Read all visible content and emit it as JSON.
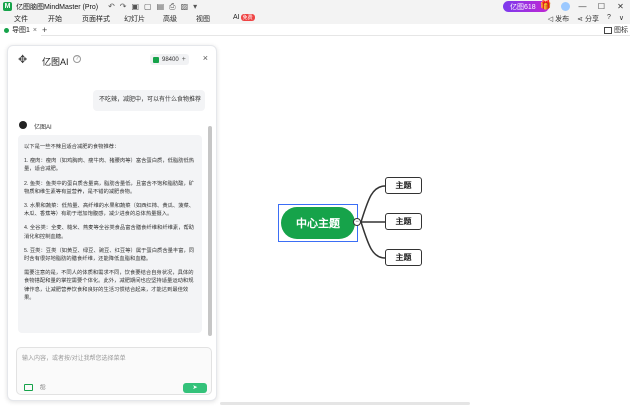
{
  "app": {
    "logo_glyph": "M",
    "title": "亿图脑图MindMaster (Pro)",
    "promo": "亿图618",
    "quick_access": [
      "↶",
      "↷",
      "▣",
      "▢",
      "▤",
      "⎙",
      "▨",
      "▾"
    ],
    "window_controls": [
      "—",
      "☐",
      "✕"
    ]
  },
  "menu": {
    "items": [
      "文件",
      "开始",
      "页面样式",
      "幻灯片",
      "高级",
      "视图",
      "AI"
    ],
    "ai_badge": "免费",
    "publish": "发布",
    "share": "分享",
    "help": "?",
    "more": "∨"
  },
  "tabs": [
    {
      "label": "导图1"
    }
  ],
  "tab_close": "×",
  "tab_add": "+",
  "outline": {
    "label": "图标"
  },
  "ai_panel": {
    "title": "亿图AI",
    "credits": "98400",
    "credit_plus": "+",
    "close": "×",
    "user_message": "不吃辣，减肥中，可以有什么食物推荐",
    "bot_name": "亿图AI",
    "bot_paragraphs": [
      "以下是一些不辣且适合减肥的食物推荐：",
      "1. 瘦肉：瘦肉（如鸡胸肉、瘦牛肉、猪腰肉等）富含蛋白质，低脂肪低热量，适合减肥。",
      "2. 鱼类：鱼类中的蛋白质含量高，脂肪含量低，且富含不饱和脂肪酸，矿物质和维生素等有益营养，是不错的减肥食物。",
      "3. 水果和蔬菜：低热量、高纤维的水果和蔬菜（如西红柿、黄瓜、菠菜、木瓜、香蕉等）有助于增加饱腹感，减少进食的总体热量摄入。",
      "4. 全谷类：全麦、糙米、燕麦等全谷类食品富含膳食纤维和纤维素，帮助消化和控制血糖。",
      "5. 豆类：豆类（如黄豆、绿豆、豌豆、红豆等）属于蛋白质含量丰富，同时含有很好地脂肪的膳食纤维，还能降低血脂和血糖。",
      "需要注意的是，不同人的体质和需求不同，饮食要结合自身状况，具体的食物搭配和量的掌控需要个体化。此外，减肥期间也应坚持适量运动和规律作息，让减肥营养饮食和良好的生活习惯结合起来，才能达到最佳效果。"
    ],
    "input_placeholder": "输入内容，或者按/对让我帮您选择菜单",
    "send_icon": "➤",
    "link_icon": "ஐ"
  },
  "mindmap": {
    "center": "中心主题",
    "collapse_symbol": "−",
    "subtopics": [
      "主题",
      "主题",
      "主题"
    ],
    "colors": {
      "center": "#16a34a",
      "line": "#333333",
      "selection": "#3b6ef5"
    }
  }
}
